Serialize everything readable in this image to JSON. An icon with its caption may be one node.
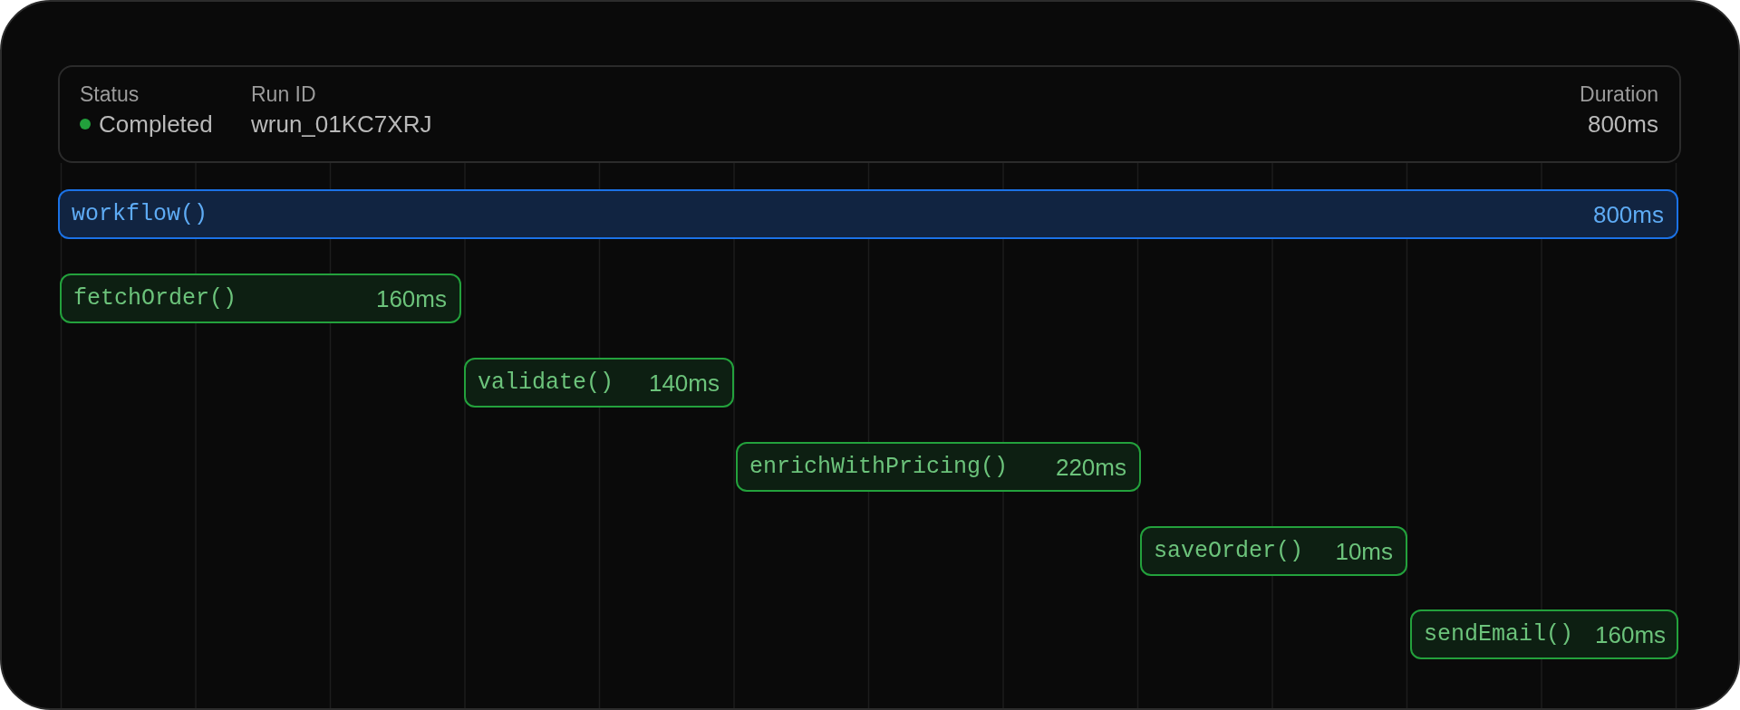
{
  "diagram": {
    "nodes": [
      {
        "text": [
          "Status",
          "Completed",
          "Run ID",
          "wrun_01KC7XRJ",
          "Duration",
          "800ms"
        ]
      },
      {
        "text": [
          "workflow()",
          "800ms"
        ]
      },
      {
        "text": [
          "fetchOrder()",
          "160ms"
        ]
      },
      {
        "text": [
          "validate()",
          "140ms"
        ]
      },
      {
        "text": [
          "enrichWithPricing()",
          "220ms"
        ]
      },
      {
        "text": [
          "saveOrder()",
          "10ms"
        ]
      },
      {
        "text": [
          "sendEmail()",
          "160ms"
        ]
      }
    ]
  }
}
